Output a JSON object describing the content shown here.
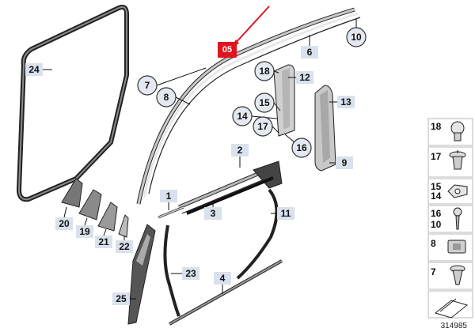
{
  "diagram": {
    "part_labels": {
      "p1": "1",
      "p2": "2",
      "p3": "3",
      "p4": "4",
      "p5": "5",
      "p6": "6",
      "p7": "7",
      "p8": "8",
      "p9": "9",
      "p10": "10",
      "p11": "11",
      "p12": "12",
      "p13": "13",
      "p14": "14",
      "p15": "15",
      "p16": "16",
      "p17": "17",
      "p18": "18",
      "p19": "19",
      "p20": "20",
      "p21": "21",
      "p22": "22",
      "p23": "23",
      "p24": "24",
      "p25": "25"
    },
    "legend": [
      {
        "label": "18"
      },
      {
        "label": "17"
      },
      {
        "label": "15\n14"
      },
      {
        "label": "16\n10"
      },
      {
        "label": "8"
      },
      {
        "label": "7"
      }
    ],
    "highlight_callout": "05",
    "drawing_id": "314985",
    "colors": {
      "label_box": "#d9e1ec",
      "label_circle": "#e4e9f1",
      "callout": "#e0141e",
      "part_fill": "#d2d2d2"
    }
  }
}
